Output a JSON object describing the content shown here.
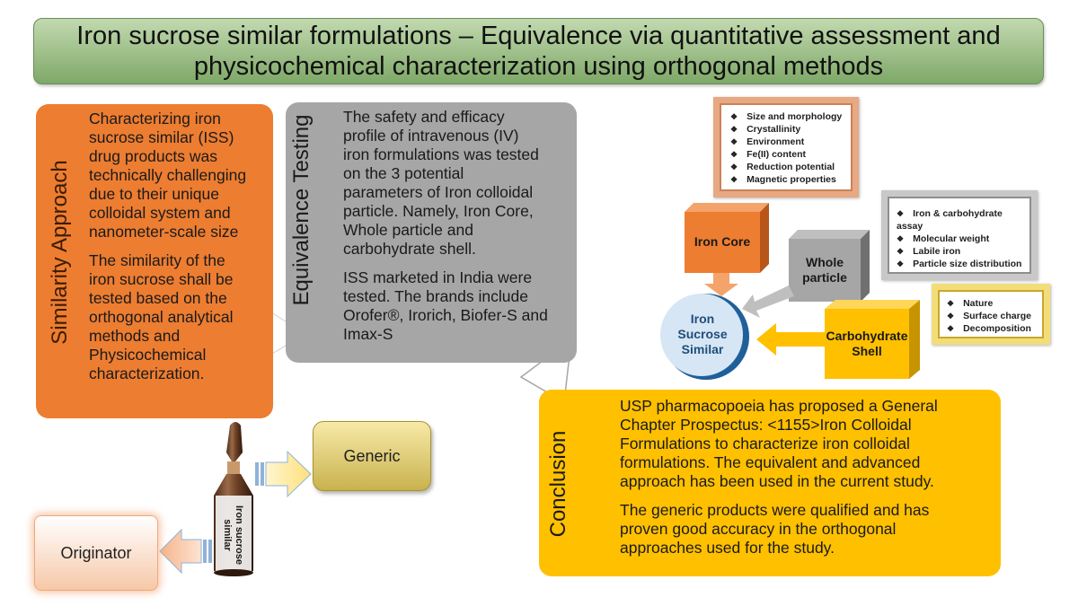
{
  "title": {
    "line1": "Iron sucrose similar formulations – Equivalence via quantitative assessment and",
    "line2": "physicochemical characterization using orthogonal methods"
  },
  "similarity": {
    "label": "Similarity Approach",
    "para1": [
      "Characterizing iron",
      "sucrose similar (ISS)",
      "drug products was",
      "technically challenging",
      "due to their unique",
      "colloidal system and",
      "nanometer-scale size"
    ],
    "para2": [
      "The similarity of the",
      "iron sucrose shall be",
      "tested based on the",
      "orthogonal analytical",
      "methods and",
      "Physicochemical",
      "characterization."
    ]
  },
  "equivalence": {
    "label": "Equivalence Testing",
    "para1": [
      "The safety and efficacy",
      "profile of intravenous (IV)",
      "iron formulations was tested",
      "on the 3 potential",
      "parameters of Iron colloidal",
      "particle. Namely, Iron Core,",
      "Whole particle and",
      "carbohydrate shell."
    ],
    "para2": [
      "ISS marketed in India were",
      "tested. The brands include",
      "Orofer®, Irorich, Biofer-S and",
      "Imax-S"
    ]
  },
  "conclusion": {
    "label": "Conclusion",
    "para1": [
      "USP pharmacopoeia has proposed a General",
      "Chapter Prospectus: <1155>Iron Colloidal",
      "Formulations to characterize iron colloidal",
      "formulations. The equivalent and advanced",
      "approach has been used in the current study."
    ],
    "para2": [
      "The generic products were qualified and has",
      "proven good accuracy in the orthogonal",
      "approaches used for the study."
    ]
  },
  "iron_core_list": [
    "Size and morphology",
    "Crystallinity",
    "Environment",
    "Fe(II) content",
    "Reduction potential",
    "Magnetic properties"
  ],
  "whole_particle_list": [
    "Iron & carbohydrate assay",
    "Molecular weight",
    "Labile iron",
    "Particle size distribution"
  ],
  "shell_list": [
    "Nature",
    "Surface charge",
    "Decomposition"
  ],
  "cubes": {
    "iron_core": "Iron Core",
    "whole_particle": [
      "Whole",
      "particle"
    ],
    "carbohydrate_shell": [
      "Carbohydrate",
      "Shell"
    ]
  },
  "center_circle": [
    "Iron",
    "Sucrose",
    "Similar"
  ],
  "vial_label": [
    "Iron sucrose",
    "similar"
  ],
  "generic": "Generic",
  "originator": "Originator",
  "colors": {
    "orange": "#ed7d31",
    "grey": "#a6a6a6",
    "yellow": "#ffc000",
    "blue": "#2e75b6",
    "title_green": "#7ea868"
  },
  "icons": [
    "bullet-diamond-icon",
    "arrow-right-icon",
    "arrow-left-icon",
    "vial-icon"
  ]
}
